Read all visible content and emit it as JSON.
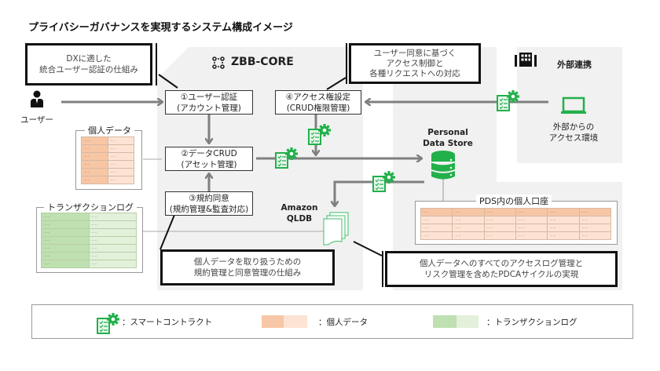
{
  "title": "プライバシーガバナンスを実現するシステム構成イメージ",
  "core": {
    "label": "ZBB-CORE",
    "icon": "grid-dots-icon"
  },
  "external": {
    "label": "外部連携",
    "icon": "building-icon",
    "access_env": [
      "外部からの",
      "アクセス環境"
    ],
    "access_icon": "laptop-icon"
  },
  "user": {
    "label": "ユーザー",
    "icon": "user-icon"
  },
  "callouts": {
    "auth": [
      "DXに適した",
      "統合ユーザー認証の仕組み"
    ],
    "access": [
      "ユーザー同意に基づく",
      "アクセス制御と",
      "各種リクエストへの対応"
    ],
    "terms": [
      "個人データを取り扱うための",
      "規約管理と同意管理の仕組み"
    ],
    "pdca": [
      "個人データへのすべてのアクセスログ管理と",
      "リスク管理を含めたPDCAサイクルの実現"
    ]
  },
  "processes": [
    {
      "id": "1",
      "line1": "①ユーザー認証",
      "line2": "(アカウント管理)"
    },
    {
      "id": "2",
      "line1": "②データCRUD",
      "line2": "(アセット管理)"
    },
    {
      "id": "3",
      "line1": "③規約同意",
      "line2": "(規約管理&監査対応)"
    },
    {
      "id": "4",
      "line1": "④アクセス権設定",
      "line2": "(CRUD権限管理)"
    }
  ],
  "stores": {
    "pds": [
      "Personal",
      "Data Store"
    ],
    "qldb": [
      "Amazon",
      "QLDB"
    ]
  },
  "frames": {
    "personal_data": "個人データ",
    "transaction_log": "トランザクションログ",
    "pds_account": "PDS内の個人口座"
  },
  "legend": {
    "smart_contract": "：スマートコントラクト",
    "personal_data": "：個人データ",
    "transaction_log": "：トランザクションログ"
  },
  "colors": {
    "green": "#22b04b",
    "arrow": "#7f7f7f",
    "panel": "#f1f1f1",
    "orange_dark": "#f7c6a5",
    "orange_light": "#fce3d3",
    "green_dark": "#bfe0b0",
    "green_light": "#e3f0da"
  }
}
